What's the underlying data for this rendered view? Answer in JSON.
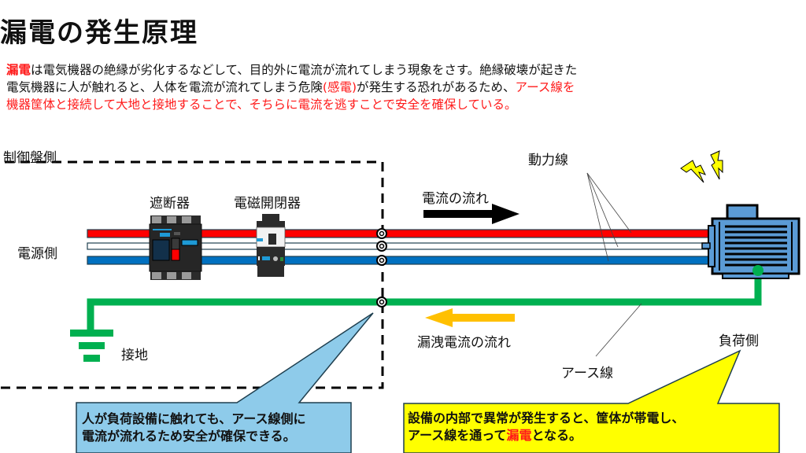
{
  "title": "漏電の発生原理",
  "intro": {
    "line1_red": "漏電",
    "line1_rest": "は電気機器の絶縁が劣化するなどして、目的外に電流が流れてしまう現象をさす。絶縁破壊が起きた",
    "line2_a": "電気機器に人が触れると、人体を電流が流れてしまう危険",
    "line2_red": "(感電)",
    "line2_b": "が発生する恐れがあるため、",
    "line2_red2": "アース線を",
    "line3_red": "機器筐体と接続して大地と接地することで、そちらに電流を逃すことで安全を確保している。"
  },
  "labels": {
    "control_panel_side": "制御盤側",
    "power_side": "電源側",
    "breaker": "遮断器",
    "contactor": "電磁開閉器",
    "current_flow": "電流の流れ",
    "power_lines": "動力線",
    "leakage_flow": "漏洩電流の流れ",
    "earth_wire": "アース線",
    "load_side": "負荷側",
    "ground": "接地"
  },
  "callouts": {
    "blue": {
      "line1": "人が負荷設備に触れても、アース線側に",
      "line2": "電流が流れるため安全が確保できる。"
    },
    "yellow": {
      "line1": "設備の内部で異常が発生すると、筐体が帯電し、",
      "line2_a": "アース線を通って",
      "line2_red": "漏電",
      "line2_b": "となる。"
    }
  },
  "colors": {
    "line_red": "#ff0000",
    "line_blue": "#0070c0",
    "earth_green": "#00b050",
    "leak_arrow": "#ffc000",
    "motor_blue": "#5b9bd5",
    "callout_blue": "#8ecbea",
    "callout_yellow": "#ffff00",
    "text_red": "#ff1a1a"
  }
}
